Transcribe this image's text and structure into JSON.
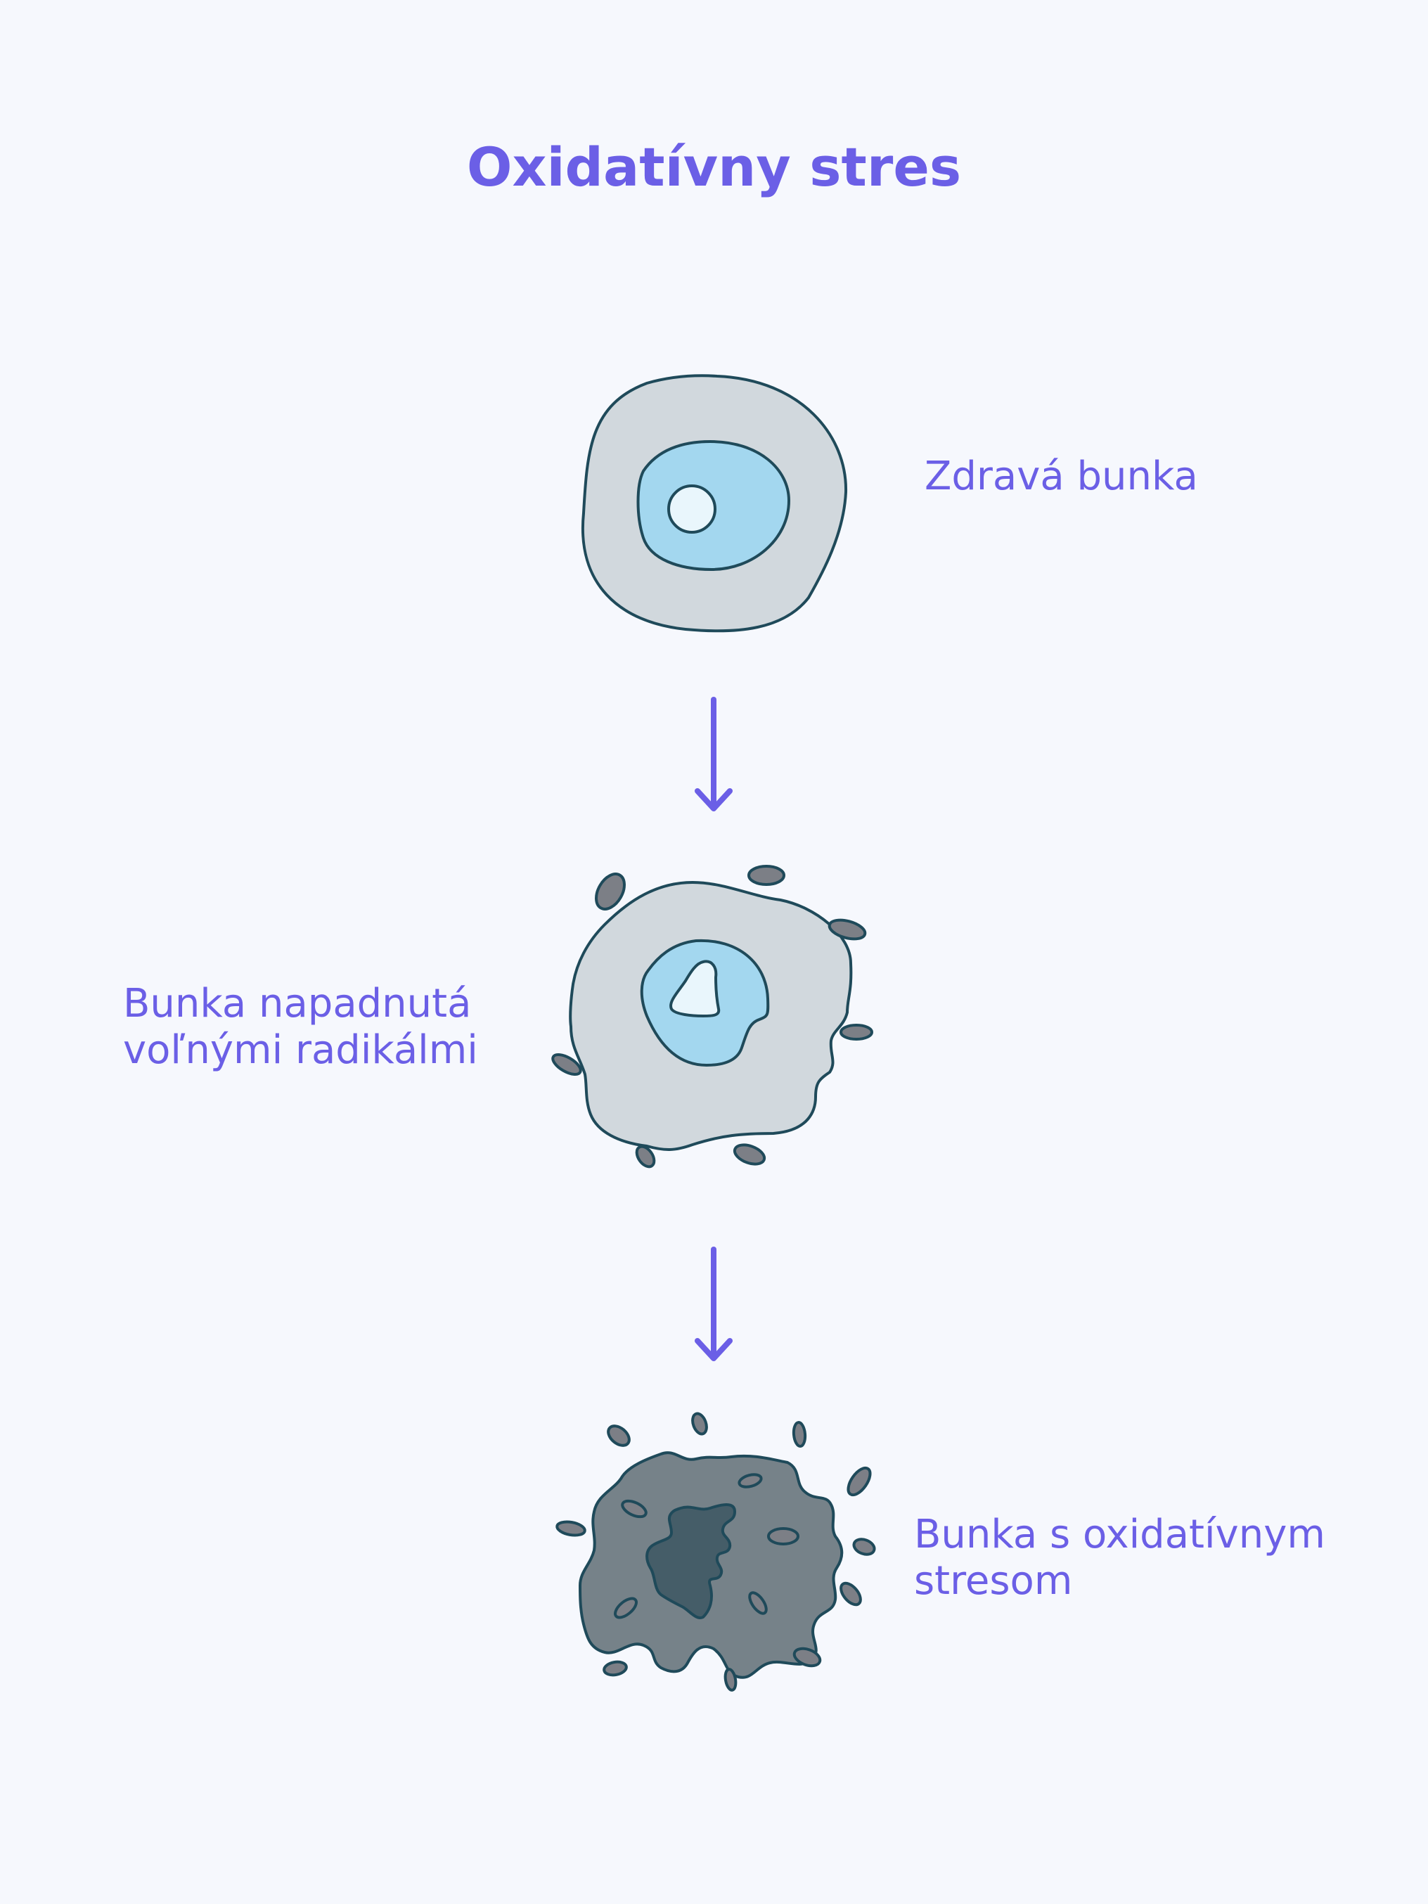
{
  "title": "Oxidatívny stres",
  "stages": [
    {
      "id": "healthy",
      "lines": [
        "Zdravá bunka"
      ]
    },
    {
      "id": "attacked",
      "lines": [
        "Bunka napadnutá",
        "voľnými radikálmi"
      ]
    },
    {
      "id": "stressed",
      "lines": [
        "Bunka s oxidatívnym",
        "stresom"
      ]
    }
  ],
  "colors": {
    "accent": "#6b5fe6",
    "background": "#f6f8fd",
    "outline": "#1f4a5a",
    "cytoplasm_healthy": "#d1d8dd",
    "nucleus": "#a3d7ef",
    "nucleolus": "#e9f6fc",
    "radical": "#7c7f86",
    "cytoplasm_damaged": "#768289",
    "nucleus_damaged": "#455d68"
  },
  "icons": [
    "healthy-cell-icon",
    "attacked-cell-icon",
    "damaged-cell-icon",
    "arrow-down-icon",
    "free-radical-icon"
  ]
}
